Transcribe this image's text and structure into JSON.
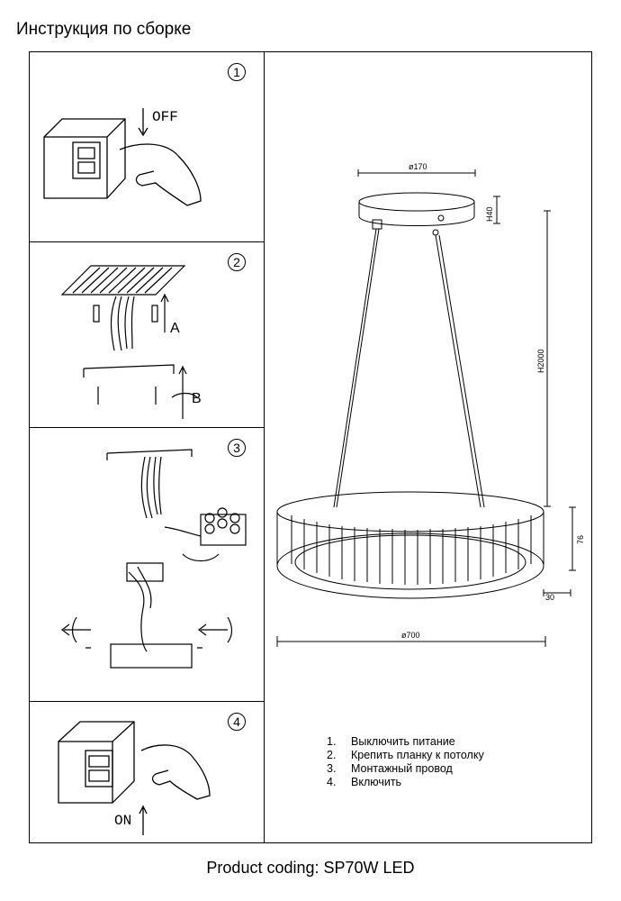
{
  "header": {
    "title": "Инструкция по сборке"
  },
  "steps": [
    {
      "number": "1",
      "label": "OFF"
    },
    {
      "number": "2",
      "label_a": "A",
      "label_b": "B"
    },
    {
      "number": "3"
    },
    {
      "number": "4",
      "label": "ON"
    }
  ],
  "dimensions": {
    "canopy_diameter": "ø170",
    "canopy_height": "H40",
    "cable_height": "H2000",
    "ring_height": "76",
    "ring_width": "30",
    "ring_diameter": "ø700"
  },
  "instructions": [
    {
      "n": "1.",
      "text": "Выключить питание"
    },
    {
      "n": "2.",
      "text": "Крепить планку к потолку"
    },
    {
      "n": "3.",
      "text": "Монтажный провод"
    },
    {
      "n": "4.",
      "text": "Включить"
    }
  ],
  "footer": {
    "prefix": "Product coding:",
    "model": "SP70W LED"
  }
}
